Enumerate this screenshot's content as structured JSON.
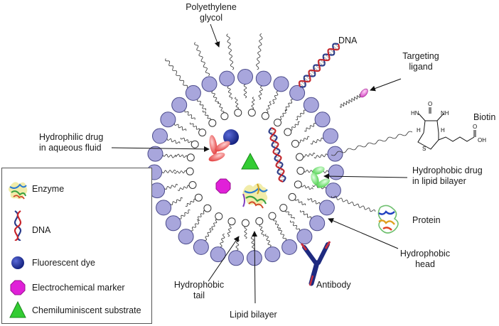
{
  "labels": {
    "peg": [
      "Polyethylene",
      "glycol"
    ],
    "dna": "DNA",
    "targeting": [
      "Targeting",
      "ligand"
    ],
    "biotin": "Biotin",
    "hydrophilic": [
      "Hydrophilic drug",
      "in aqueous fluid"
    ],
    "hydrophobic_drug": [
      "Hydrophobic drug",
      "in lipid bilayer"
    ],
    "protein": "Protein",
    "hydrophobic_head": [
      "Hydrophobic",
      "head"
    ],
    "antibody": "Antibody",
    "hydrophobic_tail": [
      "Hydrophobic",
      "tail"
    ],
    "lipid_bilayer": "Lipid bilayer"
  },
  "biotin_atoms": [
    "HN",
    "NH",
    "O",
    "H",
    "H",
    "S",
    "OH",
    "O"
  ],
  "legend": [
    {
      "icon": "enzyme-icon",
      "label": "Enzyme"
    },
    {
      "icon": "dna-icon",
      "label": "DNA"
    },
    {
      "icon": "fluorescent-dye-icon",
      "label": "Fluorescent dye"
    },
    {
      "icon": "electrochemical-marker-icon",
      "label": "Electrochemical marker"
    },
    {
      "icon": "chemiluminescent-substrate-icon",
      "label": "Chemiluminiscent substrate"
    }
  ],
  "colors": {
    "lipid_head": "#a8a6dc",
    "lipid_head_stroke": "#4a4a8a",
    "dye": "#1e2f9c",
    "marker": "#e020d8",
    "substrate": "#33cc33",
    "drug_red": "#e84a4a",
    "drug_green": "#6fe06f",
    "dna_red": "#c8242a",
    "dna_blue": "#2a3a8a",
    "ligand": "#e070d0"
  }
}
